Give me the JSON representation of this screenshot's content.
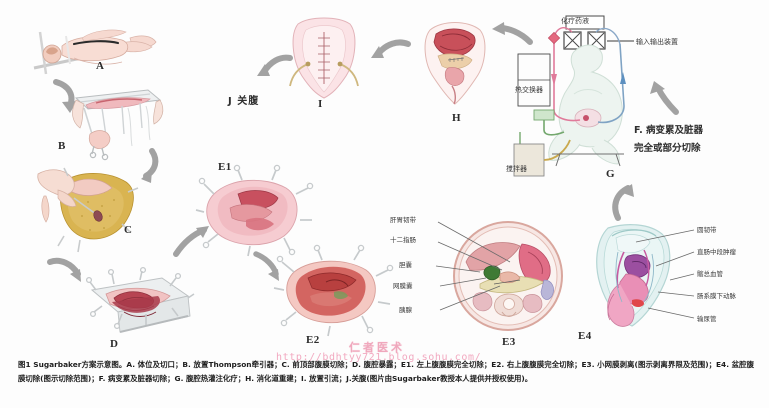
{
  "figure": {
    "panels": [
      {
        "id": "A",
        "label": "A",
        "caption_key": "A"
      },
      {
        "id": "B",
        "label": "B"
      },
      {
        "id": "C",
        "label": "C"
      },
      {
        "id": "D",
        "label": "D"
      },
      {
        "id": "E1",
        "label": "E1"
      },
      {
        "id": "E2",
        "label": "E2"
      },
      {
        "id": "E3",
        "label": "E3"
      },
      {
        "id": "E4",
        "label": "E4"
      },
      {
        "id": "G",
        "label": "G"
      },
      {
        "id": "H",
        "label": "H"
      },
      {
        "id": "I",
        "label": "I"
      }
    ],
    "inline_text": {
      "j_close_abdomen": "J 关腹",
      "f_line1": "F. 病变累及脏器",
      "f_line2": "完全或部分切除"
    },
    "panel_G_labels": {
      "chemo_solution": "化疗药液",
      "inflow_outflow_device": "输入输出装置",
      "heat_exchanger": "热交换器",
      "stirrer": "搅拌器"
    },
    "panel_E3_labels": [
      "肝胃韧带",
      "十二指肠",
      "胆囊",
      "网膜囊",
      "胰腺"
    ],
    "panel_E4_labels": [
      "圆韧带",
      "直肠中段肿瘤",
      "髂总血管",
      "肠系膜下动脉",
      "输尿管"
    ],
    "watermark": {
      "brand": "仁者医术",
      "url": "http://bdhtyy721.blog.sohu.com/"
    },
    "caption": "图1 Sugarbaker方案示意图。A. 体位及切口；B. 放置Thompson牵引器；C. 前顶部腹膜切除；D. 腹腔暴露；E1. 左上腹腹膜完全切除；E2. 右上腹腹膜完全切除；E3. 小网膜剥离(图示剥离界限及范围)；E4. 盆腔腹膜切除(图示切除范围)；F. 病变累及脏器切除；G. 腹腔热灌注化疗；H. 消化道重建；I. 放置引流；J.关腹(图片由Sugarbaker教授本人提供并授权使用)。",
    "colors": {
      "arrow": "#9a9a9a",
      "watermark_pink": "#f0a8bd",
      "tissue_pink": "#f3c3cb",
      "tissue_red": "#c0485a",
      "omentum_yellow": "#d8b24a",
      "drape_blue": "#cfe3e6",
      "vessel_magenta": "#c75aa0"
    }
  }
}
